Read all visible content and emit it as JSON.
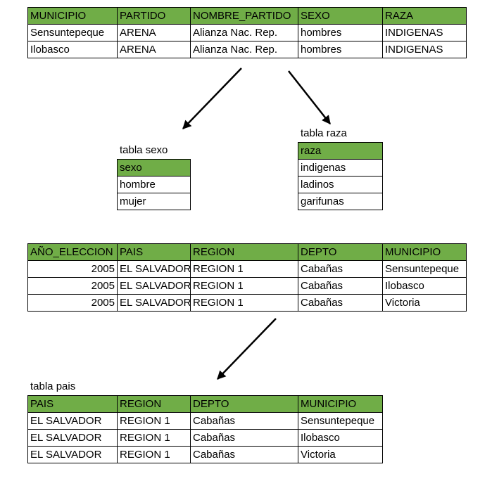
{
  "table1": {
    "headers": [
      "MUNICIPIO",
      "PARTIDO",
      "NOMBRE_PARTIDO",
      "SEXO",
      "RAZA"
    ],
    "rows": [
      [
        "Sensuntepeque",
        "ARENA",
        "Alianza Nac. Rep.",
        "hombres",
        "INDIGENAS"
      ],
      [
        "Ilobasco",
        "ARENA",
        "Alianza Nac. Rep.",
        "hombres",
        "INDIGENAS"
      ]
    ]
  },
  "tabla_sexo": {
    "caption": "tabla sexo",
    "header": "sexo",
    "rows": [
      "hombre",
      "mujer"
    ]
  },
  "tabla_raza": {
    "caption": "tabla raza",
    "header": "raza",
    "rows": [
      "indigenas",
      "ladinos",
      "garifunas"
    ]
  },
  "table2": {
    "headers": [
      "AÑO_ELECCION",
      "PAIS",
      "REGION",
      "DEPTO",
      "MUNICIPIO"
    ],
    "rows": [
      [
        "2005",
        "EL SALVADOR",
        "REGION 1",
        "Cabañas",
        "Sensuntepeque"
      ],
      [
        "2005",
        "EL SALVADOR",
        "REGION 1",
        "Cabañas",
        "Ilobasco"
      ],
      [
        "2005",
        "EL SALVADOR",
        "REGION 1",
        "Cabañas",
        "Victoria"
      ]
    ]
  },
  "tabla_pais": {
    "caption": "tabla pais",
    "headers": [
      "PAIS",
      "REGION",
      "DEPTO",
      "MUNICIPIO"
    ],
    "rows": [
      [
        "EL SALVADOR",
        "REGION 1",
        "Cabañas",
        "Sensuntepeque"
      ],
      [
        "EL SALVADOR",
        "REGION 1",
        "Cabañas",
        "Ilobasco"
      ],
      [
        "EL SALVADOR",
        "REGION 1",
        "Cabañas",
        "Victoria"
      ]
    ]
  },
  "colors": {
    "header_fill": "#70ad47",
    "border": "#000000",
    "arrow": "#000000"
  }
}
